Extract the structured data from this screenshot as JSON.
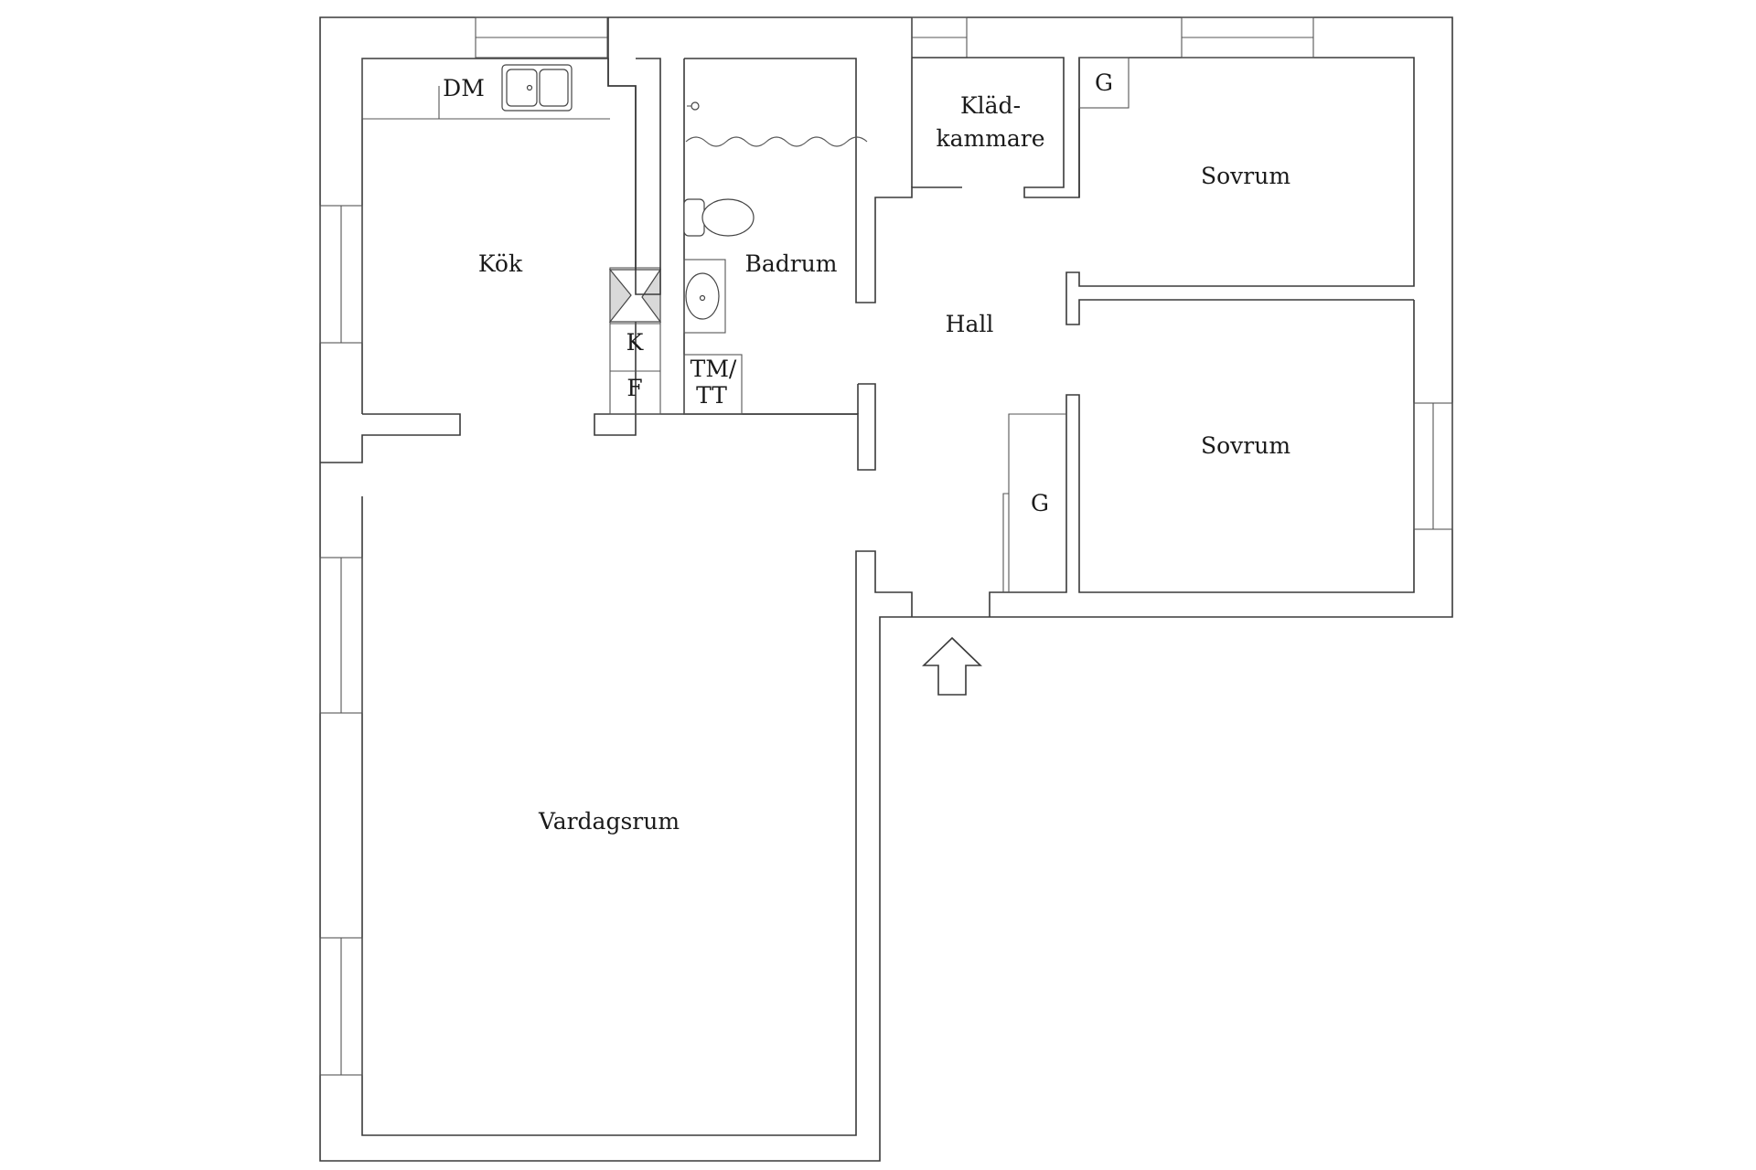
{
  "rooms": {
    "kok": "Kök",
    "vardagsrum": "Vardagsrum",
    "badrum": "Badrum",
    "hall": "Hall",
    "kladkammare_line1": "Kläd-",
    "kladkammare_line2": "kammare",
    "sovrum_1": "Sovrum",
    "sovrum_2": "Sovrum"
  },
  "fixtures": {
    "dishwasher": "DM",
    "fridge": "K",
    "freezer": "F",
    "washer_dryer_line1": "TM/",
    "washer_dryer_line2": "TT",
    "wardrobe_1": "G",
    "wardrobe_2": "G"
  },
  "icons": {
    "entrance": "entrance-arrow-icon",
    "sink": "kitchen-sink-icon",
    "toilet": "toilet-icon",
    "basin": "wash-basin-icon",
    "stove": "stove-icon"
  },
  "colors": {
    "wall": "#3a3a3a",
    "background": "#ffffff"
  }
}
